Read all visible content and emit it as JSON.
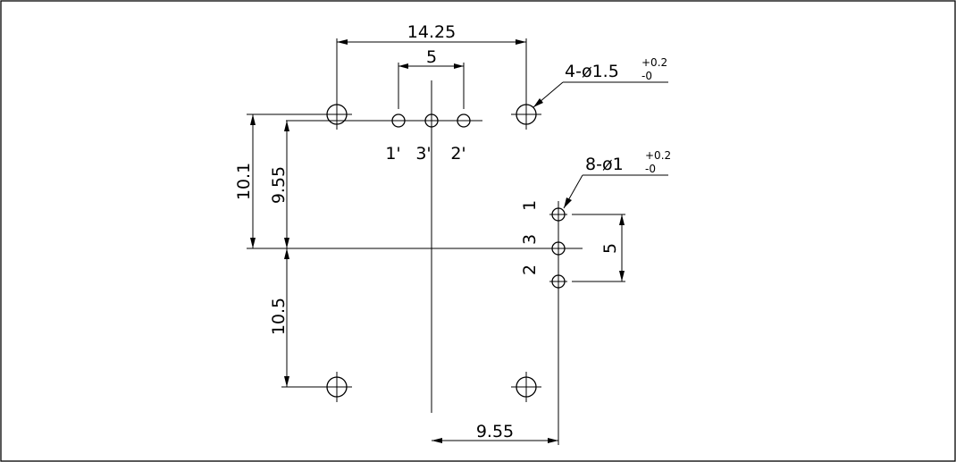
{
  "drawing": {
    "dimensions": {
      "top_width": "14.25",
      "pin_pitch_top": "5",
      "left_outer": "10.1",
      "left_inner": "9.55",
      "left_lower": "10.5",
      "bottom_width": "9.55",
      "right_pitch": "5"
    },
    "callouts": {
      "large_holes": {
        "prefix": "4-ø1.5",
        "tol_upper": "+0.2",
        "tol_lower": "-0"
      },
      "small_holes": {
        "prefix": "8-ø1",
        "tol_upper": "+0.2",
        "tol_lower": "-0"
      }
    },
    "pin_labels_top": [
      "1'",
      "3'",
      "2'"
    ],
    "pin_labels_right": [
      "1",
      "3",
      "2"
    ]
  }
}
